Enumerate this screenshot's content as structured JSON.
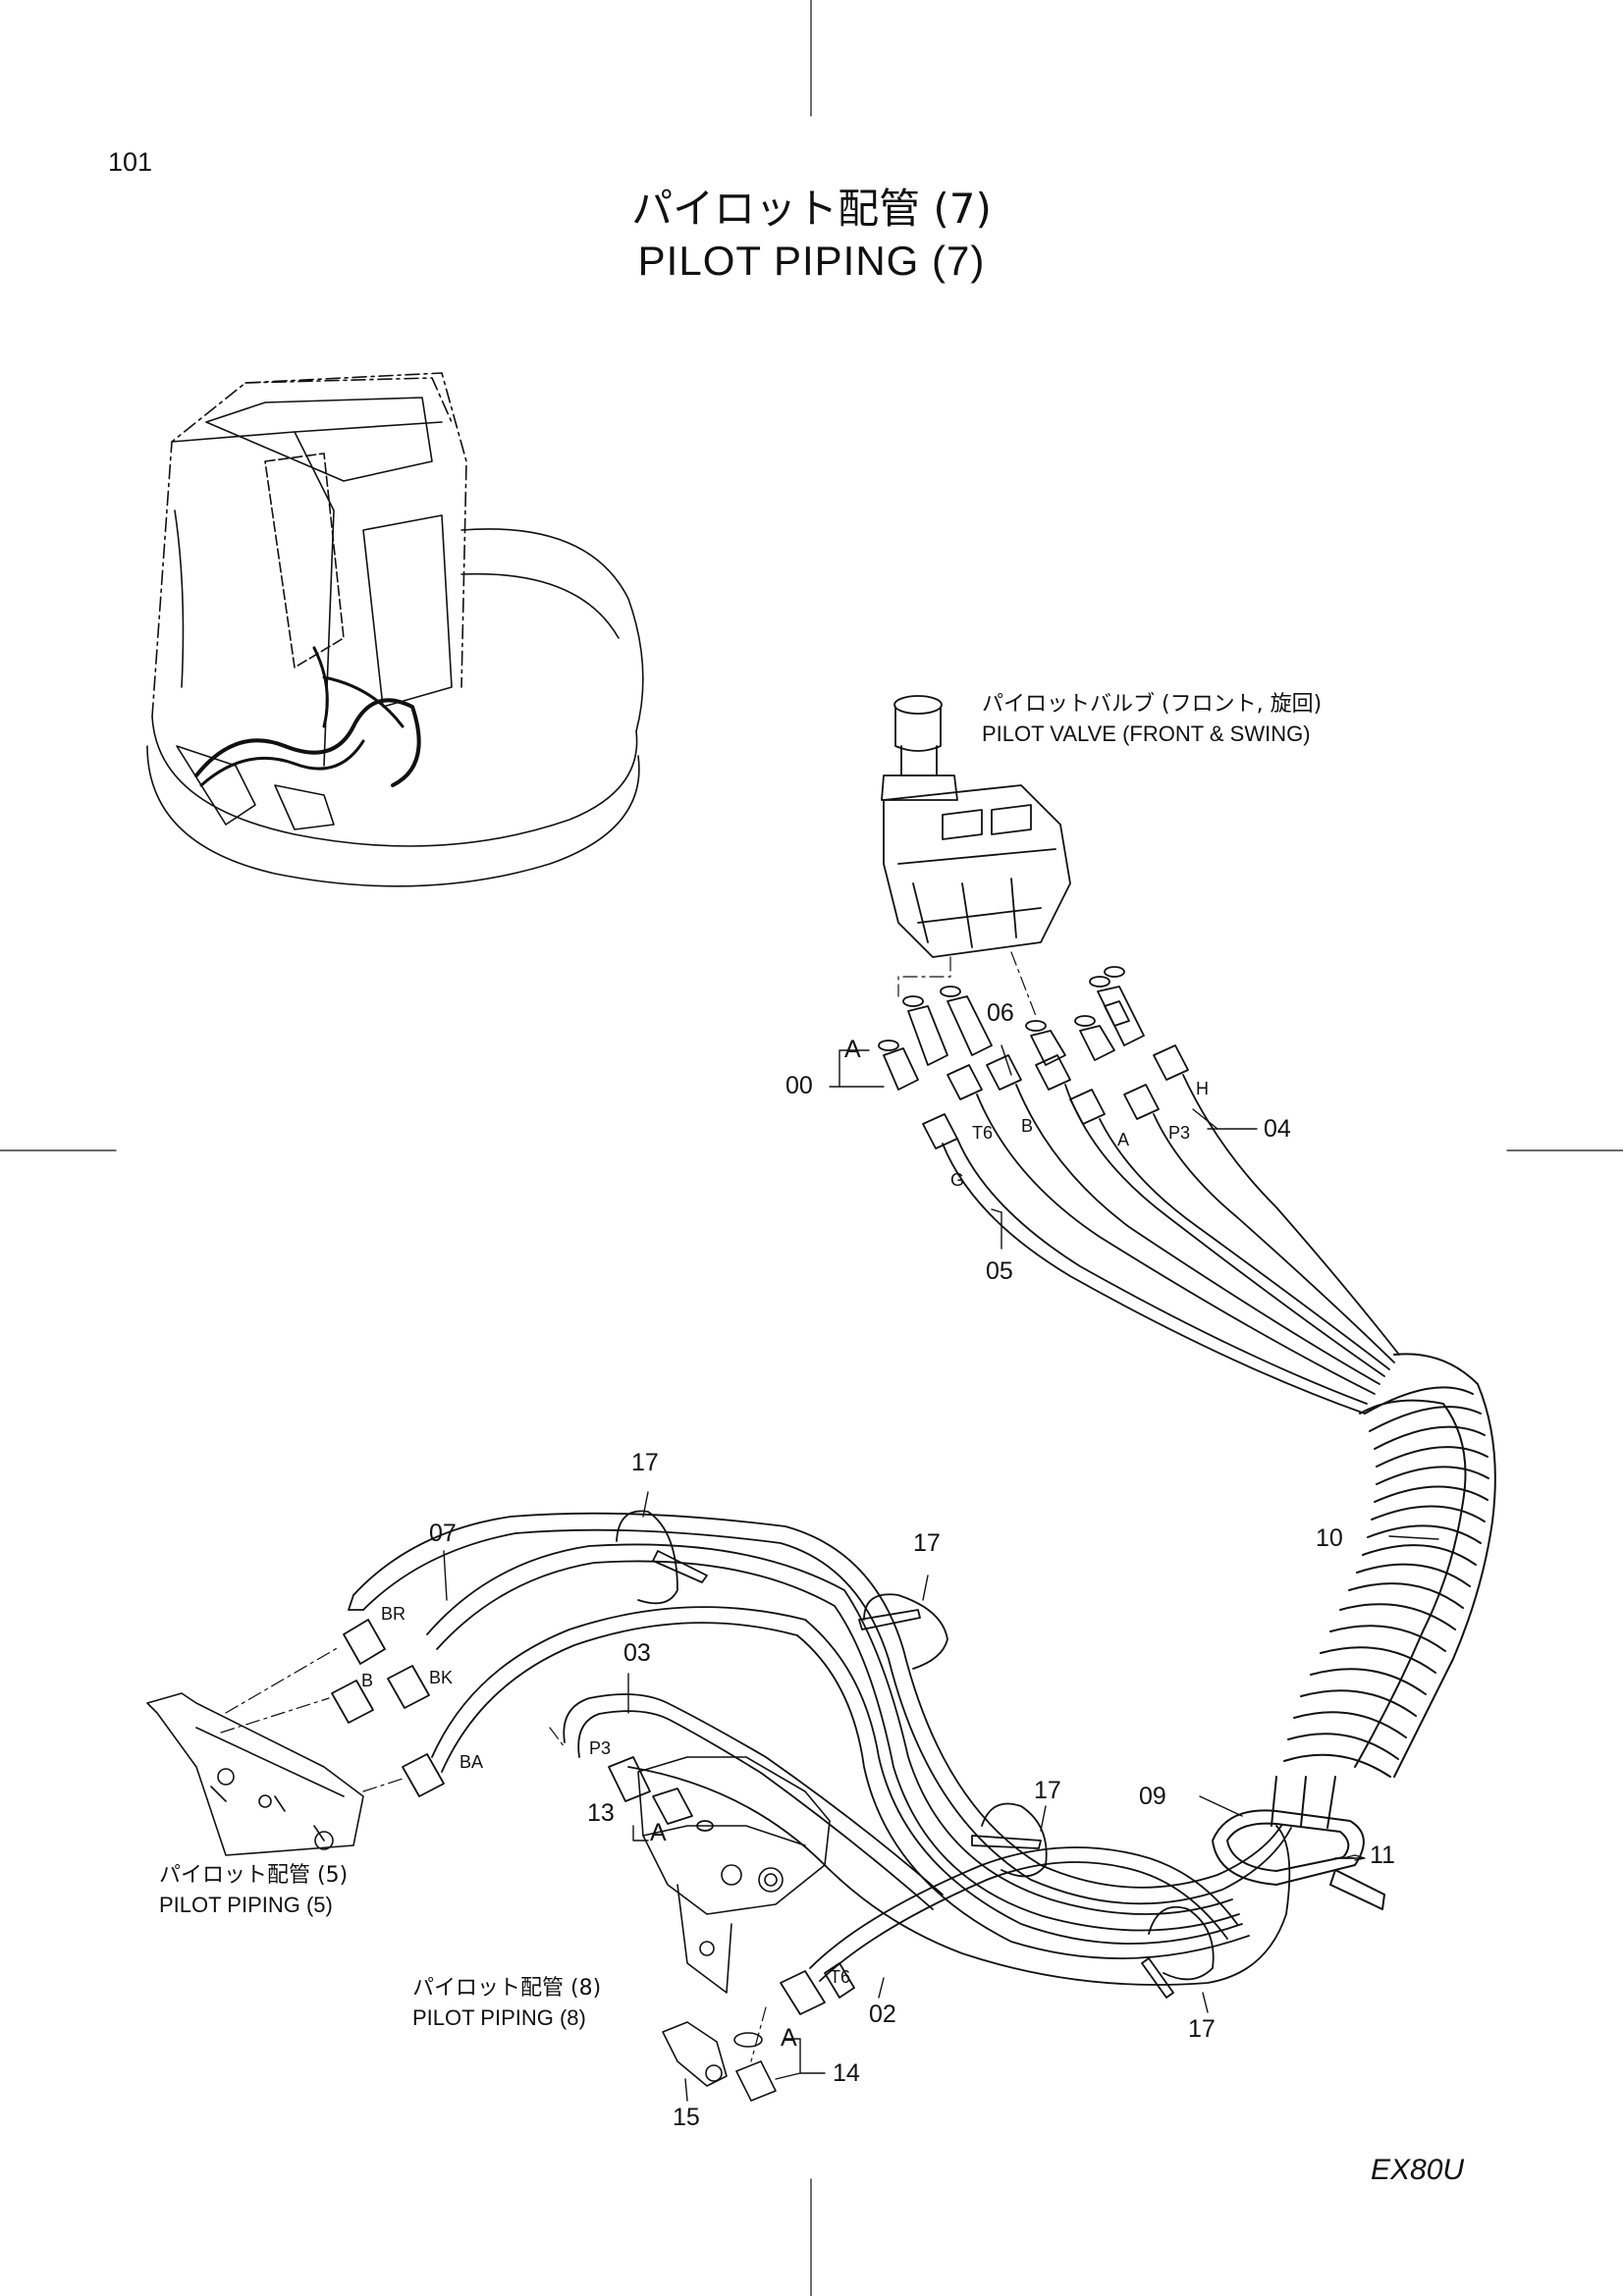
{
  "page_number": "101",
  "title_jp": "パイロット配管 (7)",
  "title_en": "PILOT  PIPING  (7)",
  "model": "EX80U",
  "callouts": {
    "pilot_valve": {
      "jp": "パイロットバルブ (フロント, 旋回)",
      "en": "PILOT  VALVE  (FRONT & SWING)"
    },
    "piping_5": {
      "jp": "パイロット配管  (5)",
      "en": "PILOT  PIPING  (5)"
    },
    "piping_8": {
      "jp": "パイロット配管  (8)",
      "en": "PILOT  PIPING  (8)"
    }
  },
  "part_numbers": {
    "p00": "00",
    "p02": "02",
    "p03": "03",
    "p04": "04",
    "p05": "05",
    "p06": "06",
    "p07": "07",
    "p09": "09",
    "p10": "10",
    "p11": "11",
    "p13": "13",
    "p14": "14",
    "p15": "15",
    "p17a": "17",
    "p17b": "17",
    "p17c": "17",
    "p17d": "17"
  },
  "port_labels": {
    "t6_top": "T6",
    "b_top": "B",
    "a_top": "A",
    "p3_top": "P3",
    "h": "H",
    "g": "G",
    "br": "BR",
    "b_left": "B",
    "bk": "BK",
    "ba": "BA",
    "p3_mid": "P3",
    "t6_bottom": "T6"
  },
  "detail_marks": {
    "a1": "A",
    "a2": "A",
    "a3": "A"
  }
}
